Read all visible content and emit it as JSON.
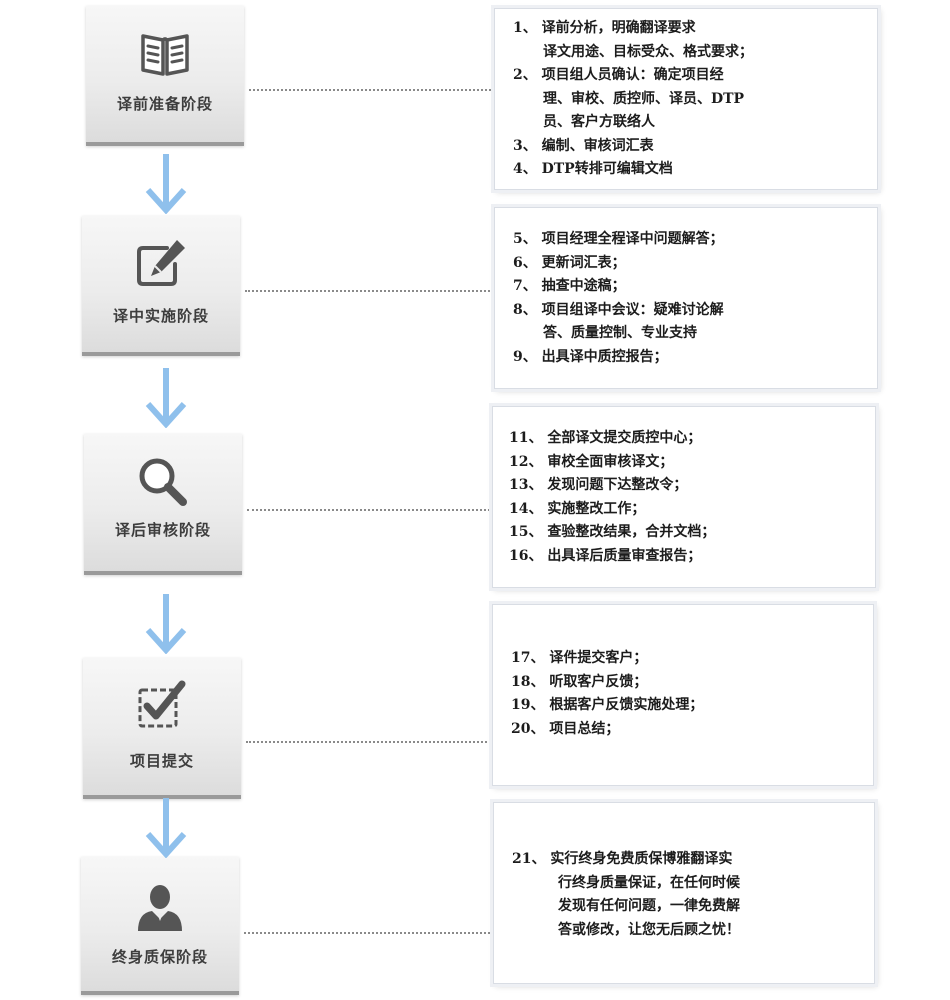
{
  "stages": [
    {
      "title": "译前准备阶段",
      "icon": "book-icon"
    },
    {
      "title": "译中实施阶段",
      "icon": "edit-pen-icon"
    },
    {
      "title": "译后审核阶段",
      "icon": "magnifier-icon"
    },
    {
      "title": "项目提交",
      "icon": "checkbox-icon"
    },
    {
      "title": "终身质保阶段",
      "icon": "person-icon"
    }
  ],
  "cards": [
    {
      "lines": [
        "1、 译前分析，明确翻译要求",
        "译文用途、目标受众、格式要求；",
        "2、 项目组人员确认：确定项目经",
        "理、审校、质控师、译员、DTP",
        "员、客户方联络人",
        "3、 编制、审核词汇表",
        "4、 DTP转排可编辑文档"
      ]
    },
    {
      "lines": [
        "5、 项目经理全程译中问题解答；",
        "6、 更新词汇表；",
        "7、 抽查中途稿；",
        "8、 项目组译中会议：疑难讨论解",
        "答、质量控制、专业支持",
        "9、 出具译中质控报告；"
      ]
    },
    {
      "lines": [
        "11、 全部译文提交质控中心；",
        "12、 审校全面审核译文；",
        "13、 发现问题下达整改令；",
        "14、 实施整改工作；",
        "15、 查验整改结果，合并文档；",
        "16、 出具译后质量审查报告；"
      ]
    },
    {
      "lines": [
        "17、 译件提交客户；",
        "18、 听取客户反馈；",
        "19、 根据客户反馈实施处理；",
        "20、 项目总结；"
      ]
    },
    {
      "lines": [
        "21、 实行终身免费质保博雅翻译实",
        "行终身质量保证，在任何时候",
        "发现有任何问题，一律免费解",
        "答或修改，让您无后顾之忧！"
      ]
    }
  ],
  "colors": {
    "arrow": "#8fc0ec",
    "icon": "#555555"
  }
}
